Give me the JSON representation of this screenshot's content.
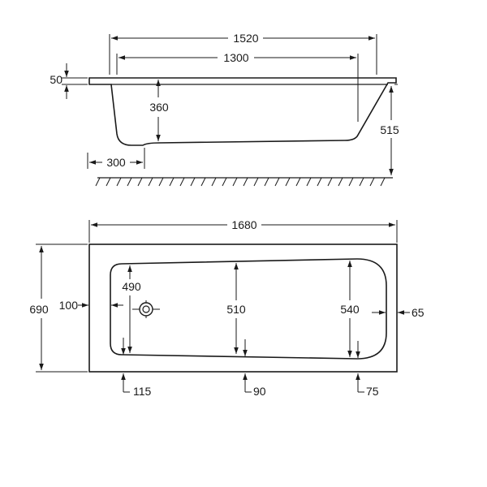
{
  "colors": {
    "ink": "#1a1a1a",
    "background": "#ffffff"
  },
  "side_view": {
    "overall_length": "1520",
    "inner_length": "1300",
    "rim_height": "50",
    "depth": "360",
    "total_height": "515",
    "drain_offset": "300"
  },
  "top_view": {
    "overall_length": "1680",
    "overall_width": "690",
    "left_margin": "100",
    "right_margin": "65",
    "inner_width_left": "490",
    "inner_width_middle": "510",
    "inner_width_right": "540",
    "bottom_margin_left": "115",
    "bottom_margin_middle": "90",
    "bottom_margin_right": "75"
  }
}
